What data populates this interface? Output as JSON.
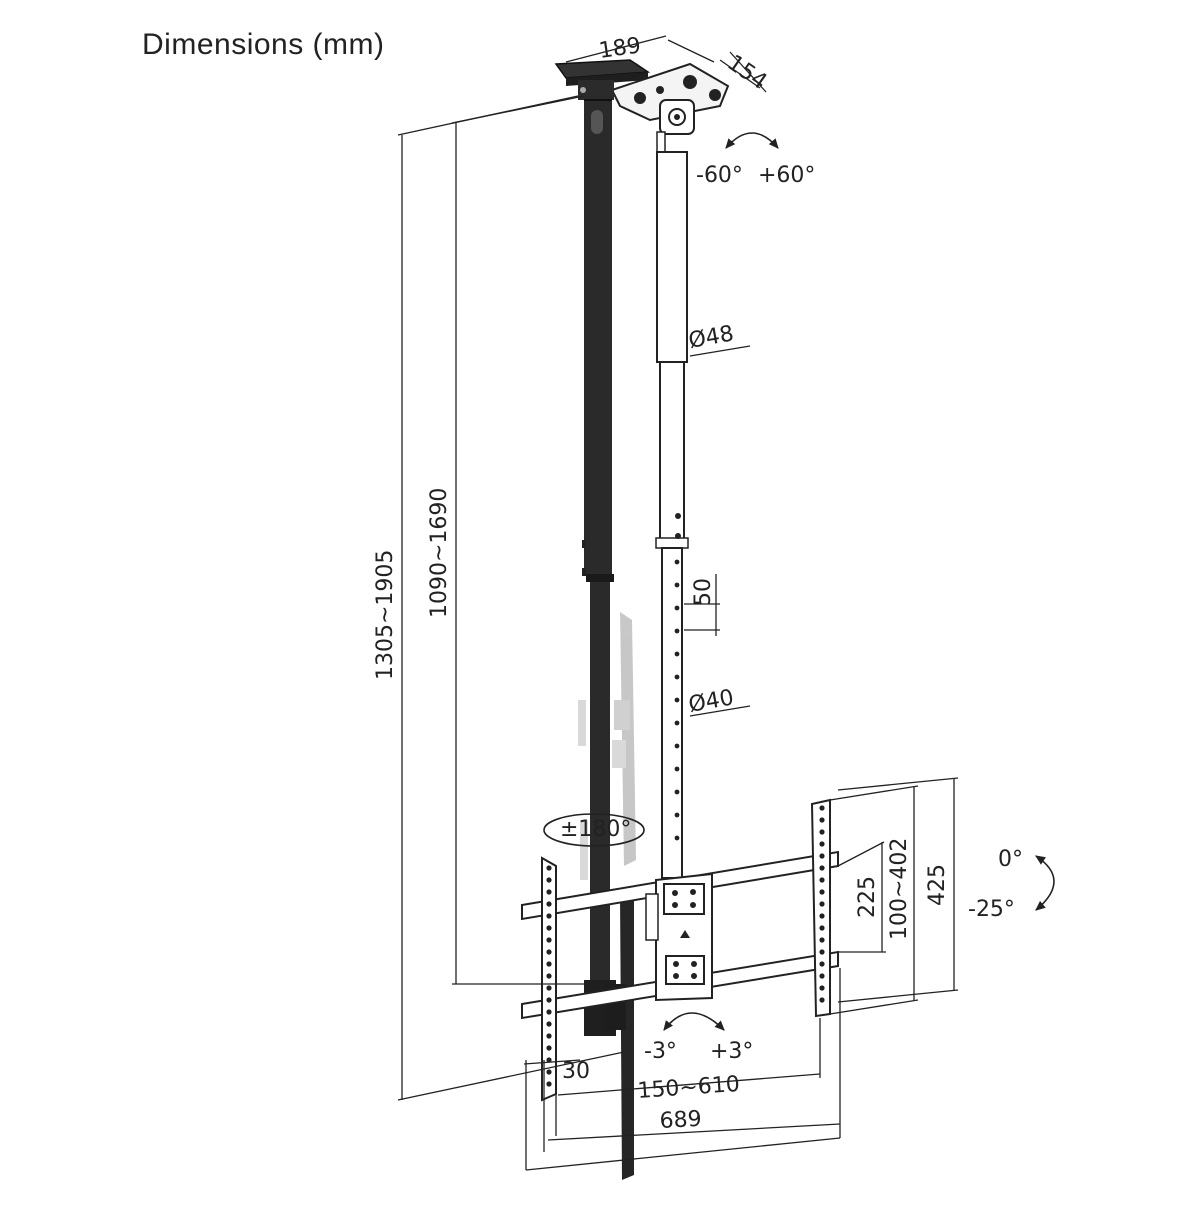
{
  "title": "Dimensions (mm)",
  "colors": {
    "line": "#222222",
    "metal": "#2a2a2a",
    "ghost": "#b8b8b8"
  },
  "dimensions": {
    "plate_width": "189",
    "plate_depth": "154",
    "pole_upper_diameter": "Ø48",
    "pole_lower_diameter": "Ø40",
    "hole_spacing": "50",
    "total_height": "1305~1905",
    "pole_height": "1090~1690",
    "vesa_inner_height": "225",
    "vesa_vertical_range": "100~402",
    "bracket_height": "425",
    "arm_offset": "30",
    "vesa_horizontal_range": "150~610",
    "bracket_width": "689"
  },
  "rotations": {
    "ceiling_swivel_left": "-60°",
    "ceiling_swivel_right": "+60°",
    "pole_rotation": "±180°",
    "tilt_top": "0°",
    "tilt_bottom": "-25°",
    "level_left": "-3°",
    "level_right": "+3°"
  }
}
